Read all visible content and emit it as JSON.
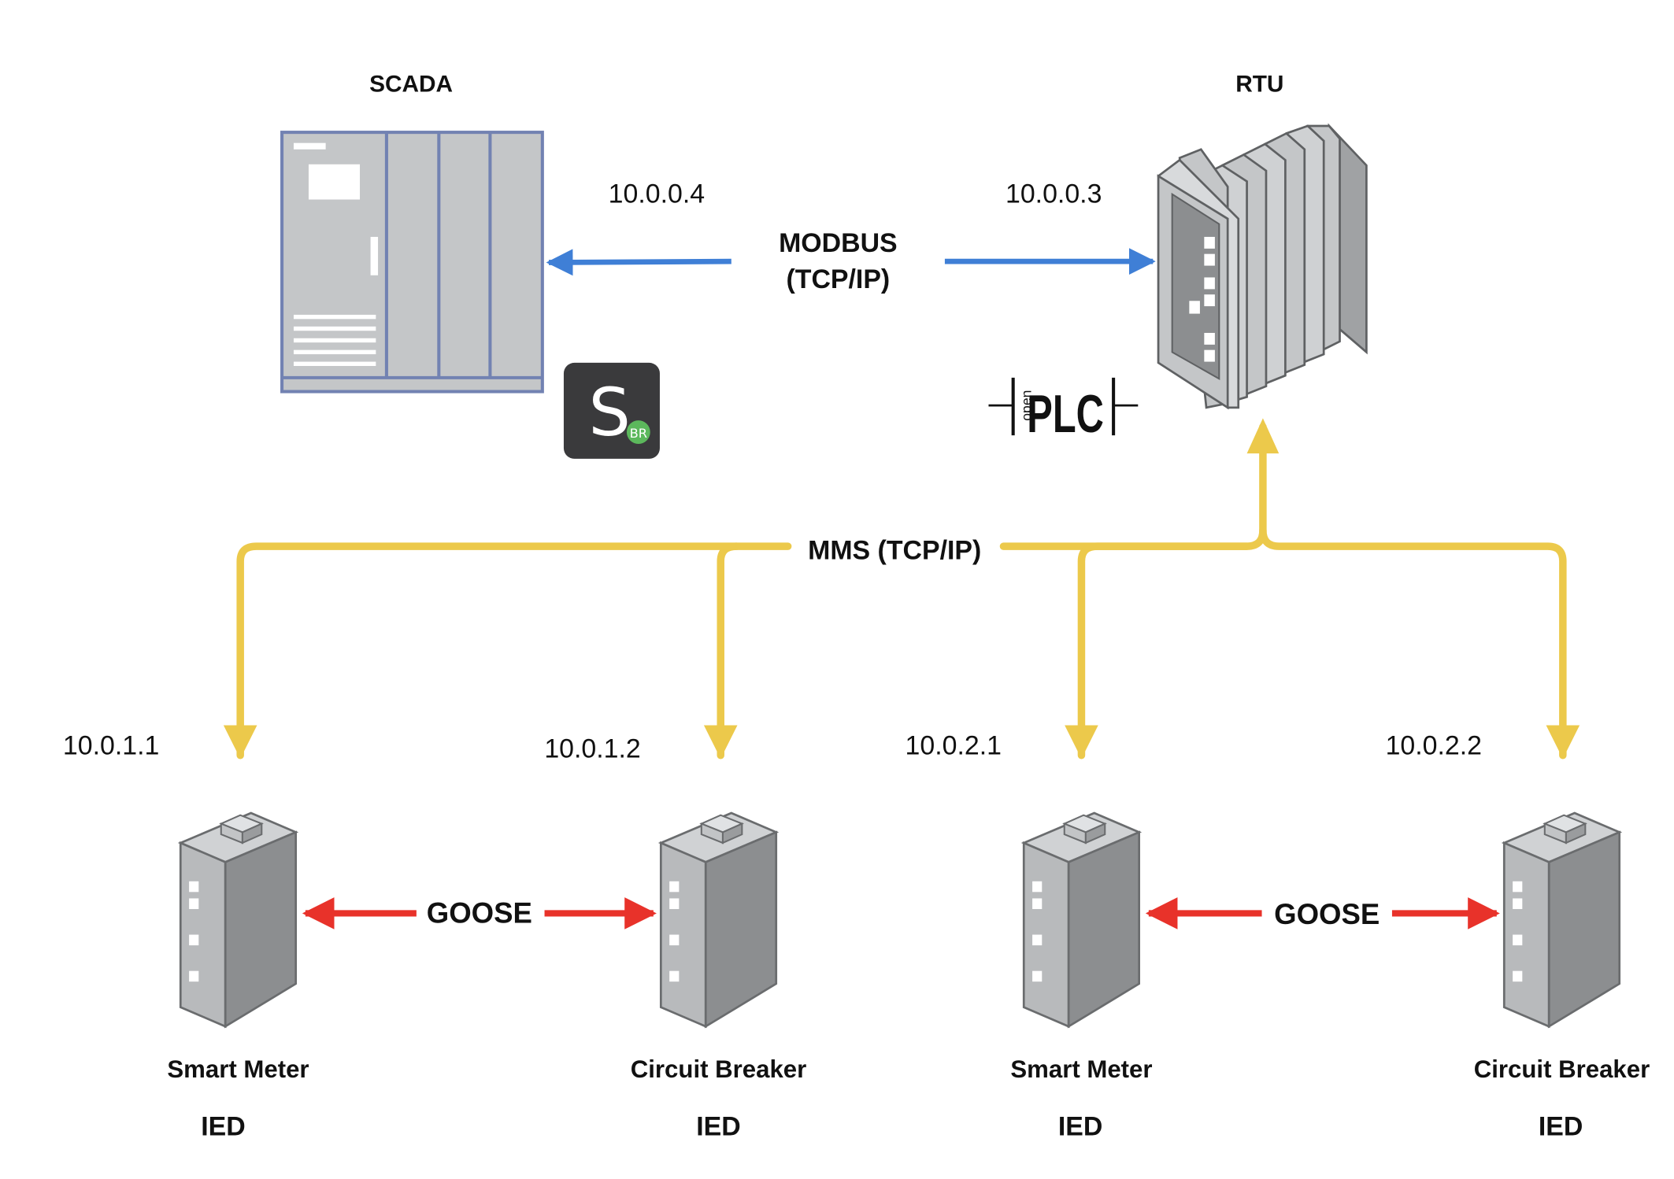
{
  "nodes": {
    "scada": {
      "title": "SCADA",
      "ip": "10.0.0.4",
      "badge_letter": "S",
      "badge_sub": "BR"
    },
    "rtu": {
      "title": "RTU",
      "ip": "10.0.0.3",
      "logo_small": "open",
      "logo_main": "PLC"
    },
    "ied_1": {
      "ip": "10.0.1.1",
      "name": "Smart Meter",
      "type": "IED"
    },
    "ied_2": {
      "ip": "10.0.1.2",
      "name": "Circuit Breaker",
      "type": "IED"
    },
    "ied_3": {
      "ip": "10.0.2.1",
      "name": "Smart Meter",
      "type": "IED"
    },
    "ied_4": {
      "ip": "10.0.2.2",
      "name": "Circuit Breaker",
      "type": "IED"
    }
  },
  "links": {
    "modbus": {
      "line1": "MODBUS",
      "line2": "(TCP/IP)",
      "color": "#3f7fd6"
    },
    "mms": {
      "label": "MMS (TCP/IP)",
      "color": "#ecc94b"
    },
    "goose_left": {
      "label": "GOOSE",
      "color": "#e8322a"
    },
    "goose_right": {
      "label": "GOOSE",
      "color": "#e8322a"
    }
  },
  "colors": {
    "scada_frame": "#7282b2",
    "scada_fill": "#c4c6c8",
    "device_dark": "#8c8e90",
    "device_light": "#b8babc",
    "badge_bg": "#3a3a3c",
    "badge_dot": "#5cb85c"
  }
}
